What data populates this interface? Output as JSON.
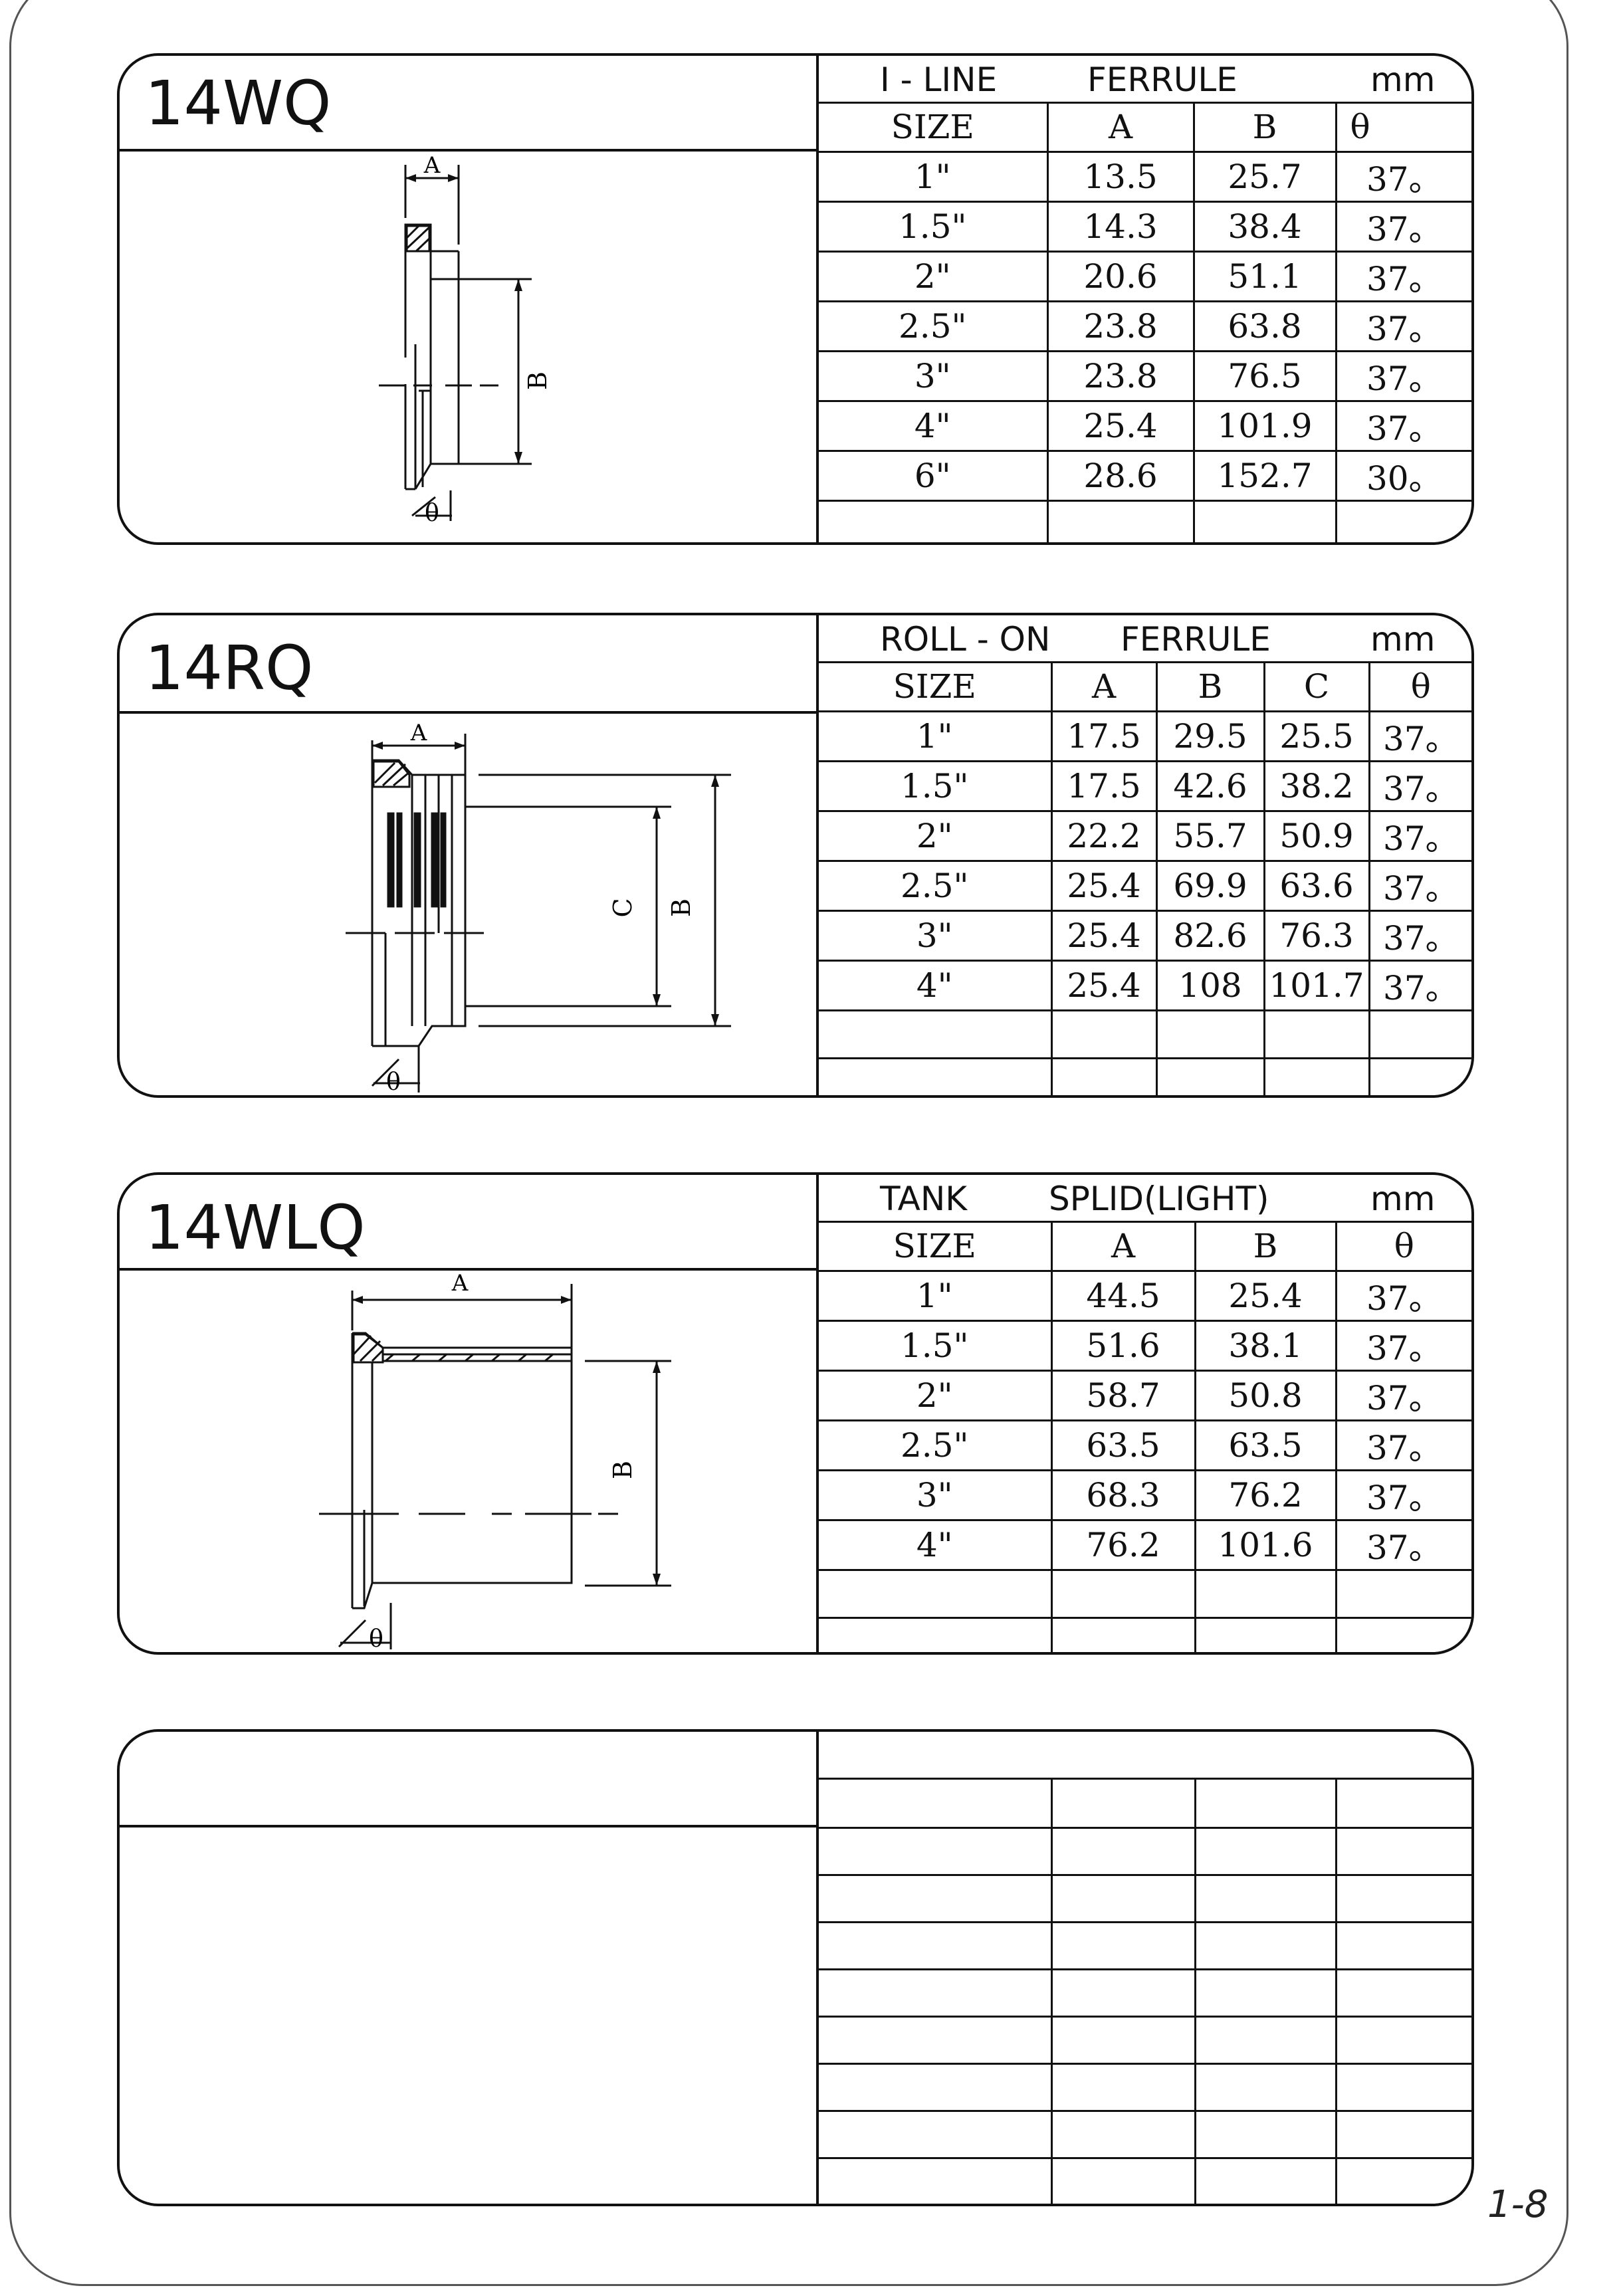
{
  "cards": [
    {
      "model": "14WQ",
      "header": {
        "t1": "I - LINE",
        "t2": "FERRULE",
        "unit": "mm"
      },
      "columns": [
        "SIZE",
        "A",
        "B",
        "θ"
      ],
      "rows": [
        [
          "1\"",
          "13.5",
          "25.7",
          "37。"
        ],
        [
          "1.5\"",
          "14.3",
          "38.4",
          "37。"
        ],
        [
          "2\"",
          "20.6",
          "51.1",
          "37。"
        ],
        [
          "2.5\"",
          "23.8",
          "63.8",
          "37。"
        ],
        [
          "3\"",
          "23.8",
          "76.5",
          "37。"
        ],
        [
          "4\"",
          "25.4",
          "101.9",
          "37。"
        ],
        [
          "6\"",
          "28.6",
          "152.7",
          "30。"
        ],
        [
          "",
          "",
          "",
          ""
        ]
      ],
      "dims": {
        "a": "A",
        "b": "B",
        "theta": "θ"
      }
    },
    {
      "model": "14RQ",
      "header": {
        "t1": "ROLL - ON",
        "t2": "FERRULE",
        "unit": "mm"
      },
      "columns": [
        "SIZE",
        "A",
        "B",
        "C",
        "θ"
      ],
      "rows": [
        [
          "1\"",
          "17.5",
          "29.5",
          "25.5",
          "37。"
        ],
        [
          "1.5\"",
          "17.5",
          "42.6",
          "38.2",
          "37。"
        ],
        [
          "2\"",
          "22.2",
          "55.7",
          "50.9",
          "37。"
        ],
        [
          "2.5\"",
          "25.4",
          "69.9",
          "63.6",
          "37。"
        ],
        [
          "3\"",
          "25.4",
          "82.6",
          "76.3",
          "37。"
        ],
        [
          "4\"",
          "25.4",
          "108",
          "101.7",
          "37。"
        ],
        [
          "",
          "",
          "",
          "",
          ""
        ],
        [
          "",
          "",
          "",
          "",
          ""
        ]
      ],
      "dims": {
        "a": "A",
        "b": "B",
        "c": "C",
        "theta": "θ"
      }
    },
    {
      "model": "14WLQ",
      "header": {
        "t1": "TANK",
        "t2": "SPLID(LIGHT)",
        "unit": "mm"
      },
      "columns": [
        "SIZE",
        "A",
        "B",
        "θ"
      ],
      "rows": [
        [
          "1\"",
          "44.5",
          "25.4",
          "37。"
        ],
        [
          "1.5\"",
          "51.6",
          "38.1",
          "37。"
        ],
        [
          "2\"",
          "58.7",
          "50.8",
          "37。"
        ],
        [
          "2.5\"",
          "63.5",
          "63.5",
          "37。"
        ],
        [
          "3\"",
          "68.3",
          "76.2",
          "37。"
        ],
        [
          "4\"",
          "76.2",
          "101.6",
          "37。"
        ],
        [
          "",
          "",
          "",
          ""
        ],
        [
          "",
          "",
          "",
          ""
        ]
      ],
      "dims": {
        "a": "A",
        "b": "B",
        "theta": "θ"
      }
    },
    {
      "model": "",
      "header": {
        "t1": "",
        "t2": "",
        "unit": ""
      },
      "columns": [
        "",
        "",
        "",
        ""
      ],
      "rows": [
        [
          "",
          "",
          "",
          ""
        ],
        [
          "",
          "",
          "",
          ""
        ],
        [
          "",
          "",
          "",
          ""
        ],
        [
          "",
          "",
          "",
          ""
        ],
        [
          "",
          "",
          "",
          ""
        ],
        [
          "",
          "",
          "",
          ""
        ],
        [
          "",
          "",
          "",
          ""
        ],
        [
          "",
          "",
          "",
          ""
        ]
      ]
    }
  ],
  "page_number": "1-8"
}
